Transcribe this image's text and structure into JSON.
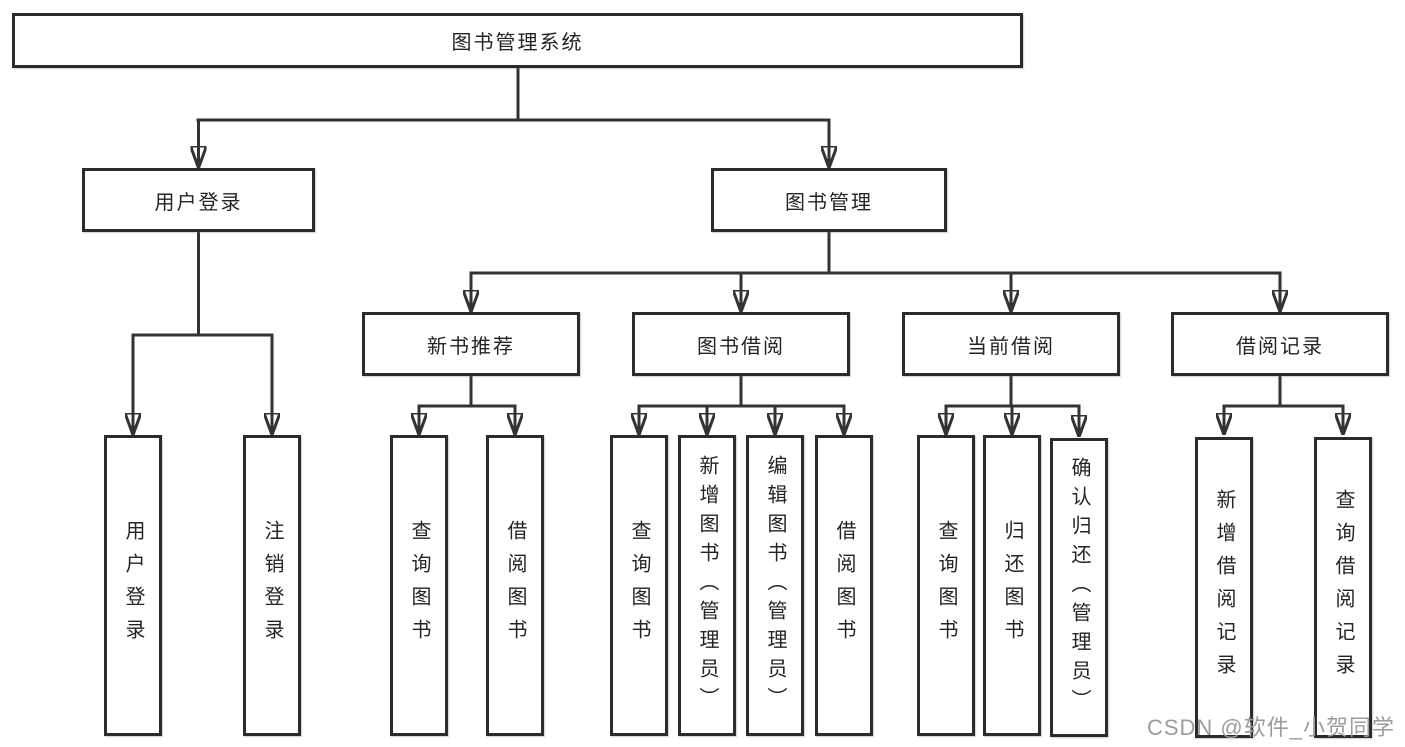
{
  "diagram_title": "图书管理系统",
  "tree": {
    "root": {
      "label": "图书管理系统"
    },
    "level1": [
      {
        "id": "user-login",
        "label": "用户登录",
        "parent": "图书管理系统"
      },
      {
        "id": "book-management",
        "label": "图书管理",
        "parent": "图书管理系统"
      }
    ],
    "level2": [
      {
        "id": "new-book-recommendation",
        "label": "新书推荐",
        "parent": "图书管理"
      },
      {
        "id": "book-borrowing",
        "label": "图书借阅",
        "parent": "图书管理"
      },
      {
        "id": "current-borrowing",
        "label": "当前借阅",
        "parent": "图书管理"
      },
      {
        "id": "borrowing-records",
        "label": "借阅记录",
        "parent": "图书管理"
      }
    ],
    "leaves": [
      {
        "label": "用户登录",
        "parent": "用户登录"
      },
      {
        "label": "注销登录",
        "parent": "用户登录"
      },
      {
        "label": "查询图书",
        "parent": "新书推荐"
      },
      {
        "label": "借阅图书",
        "parent": "新书推荐"
      },
      {
        "label": "查询图书",
        "parent": "图书借阅"
      },
      {
        "label": "新增图书（管理员）",
        "parent": "图书借阅"
      },
      {
        "label": "编辑图书（管理员）",
        "parent": "图书借阅"
      },
      {
        "label": "借阅图书",
        "parent": "图书借阅"
      },
      {
        "label": "查询图书",
        "parent": "当前借阅"
      },
      {
        "label": "归还图书",
        "parent": "当前借阅"
      },
      {
        "label": "确认归还（管理员）",
        "parent": "当前借阅"
      },
      {
        "label": "新增借阅记录",
        "parent": "借阅记录"
      },
      {
        "label": "查询借阅记录",
        "parent": "借阅记录"
      }
    ]
  },
  "watermark": {
    "text": "CSDN @软件_小贺同学"
  },
  "colors": {
    "background": "#ffffff",
    "connector_line": "#333333",
    "box_border": "#2b2b2b",
    "text": "#222428",
    "watermark": "#9c9c9c"
  }
}
